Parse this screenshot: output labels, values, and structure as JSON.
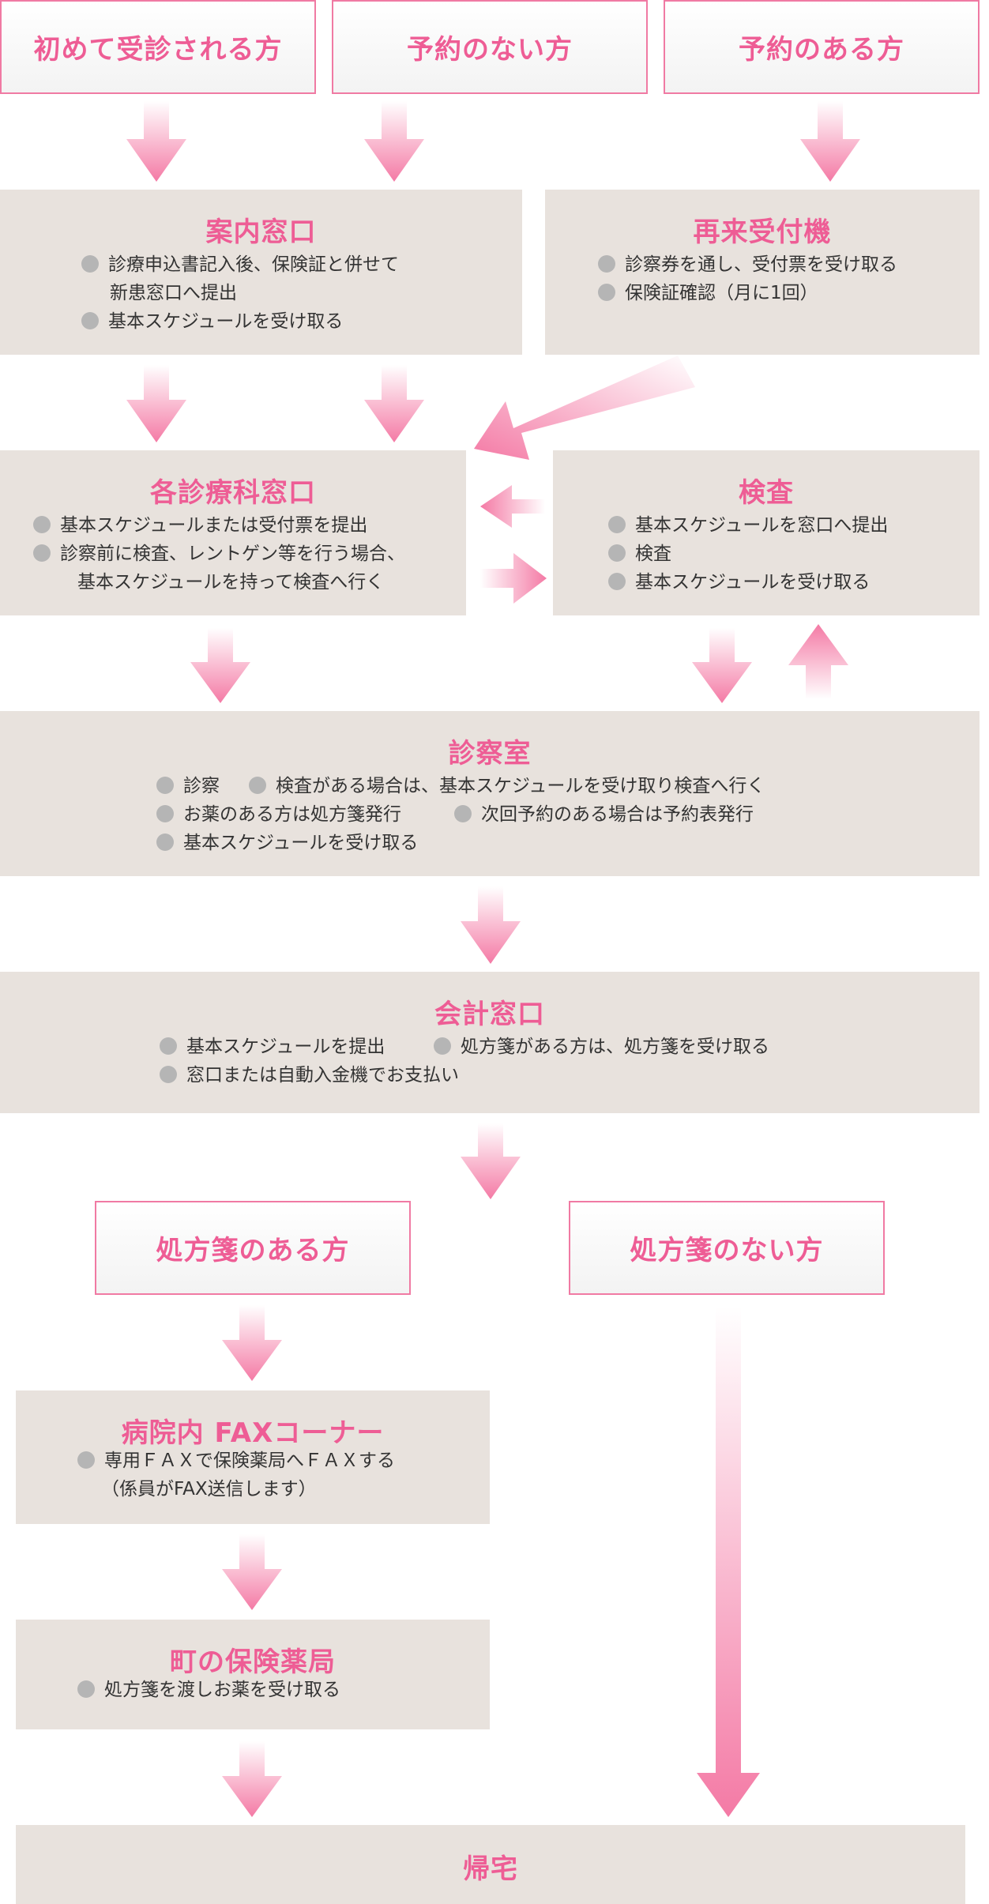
{
  "colors": {
    "accent": "#ee5d95",
    "box_bg": "#e8e2dd",
    "bullet": "#b5b5b5",
    "arrow_pink": "#f47aa5"
  },
  "headers": {
    "first_visit": "初めて受診される方",
    "no_reservation": "予約のない方",
    "reservation": "予約のある方",
    "with_prescription": "処方箋のある方",
    "without_prescription": "処方箋のない方"
  },
  "reception": {
    "title": "案内窓口",
    "item1_line1": "診療申込書記入後、保険証と併せて",
    "item1_line2": "新患窓口へ提出",
    "item2": "基本スケジュールを受け取る"
  },
  "revisit_machine": {
    "title": "再来受付機",
    "item1": "診察券を通し、受付票を受け取る",
    "item2": "保険証確認（月に1回）"
  },
  "dept_window": {
    "title": "各診療科窓口",
    "item1": "基本スケジュールまたは受付票を提出",
    "item2_line1": "診察前に検査、レントゲン等を行う場合、",
    "item2_line2": "基本スケジュールを持って検査へ行く"
  },
  "exam": {
    "title": "検査",
    "item1": "基本スケジュールを窓口へ提出",
    "item2": "検査",
    "item3": "基本スケジュールを受け取る"
  },
  "consultation": {
    "title": "診察室",
    "item1": "診察",
    "item2": "検査がある場合は、基本スケジュールを受け取り検査へ行く",
    "item3": "お薬のある方は処方箋発行",
    "item4": "次回予約のある場合は予約表発行",
    "item5": "基本スケジュールを受け取る"
  },
  "accounting": {
    "title": "会計窓口",
    "item1": "基本スケジュールを提出",
    "item2": "処方箋がある方は、処方箋を受け取る",
    "item3": "窓口または自動入金機でお支払い"
  },
  "fax_corner": {
    "title": "病院内 FAXコーナー",
    "item1": "専用ＦＡＸで保険薬局へＦＡＸする",
    "item1_line2": "（係員がFAX送信します）"
  },
  "pharmacy": {
    "title": "町の保険薬局",
    "item1": "処方箋を渡しお薬を受け取る"
  },
  "home": {
    "title": "帰宅"
  }
}
